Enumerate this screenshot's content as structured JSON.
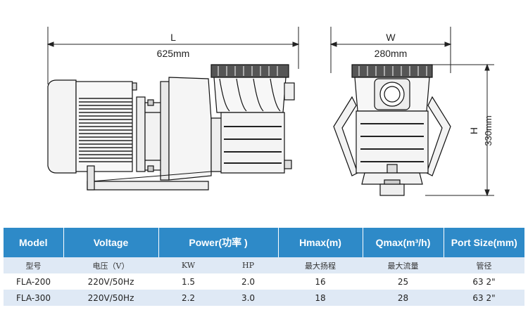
{
  "dimensions": {
    "length": {
      "letter": "L",
      "value": "625mm"
    },
    "width": {
      "letter": "W",
      "value": "280mm"
    },
    "height": {
      "letter": "H",
      "value": "330mm"
    }
  },
  "table": {
    "headers": {
      "model": "Model",
      "voltage": "Voltage",
      "power": "Power(功率 )",
      "hmax": "Hmax(m)",
      "qmax": "Qmax(m³/h)",
      "port": "Port Size(mm)"
    },
    "subheaders": [
      "型号",
      "电压（V）",
      "KW",
      "HP",
      "最大扬程",
      "最大流量",
      "管径"
    ],
    "rows": [
      [
        "FLA-200",
        "220V/50Hz",
        "1.5",
        "2.0",
        "16",
        "25",
        "63  2\""
      ],
      [
        "FLA-300",
        "220V/50Hz",
        "2.2",
        "3.0",
        "18",
        "28",
        "63  2\""
      ]
    ]
  }
}
